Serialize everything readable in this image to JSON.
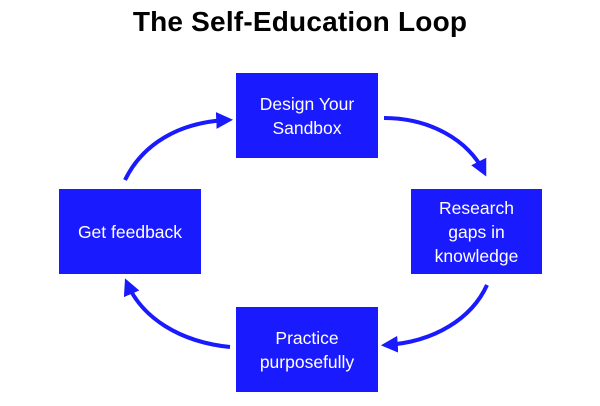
{
  "title": "The Self-Education Loop",
  "colors": {
    "box_fill": "#1a1aff",
    "box_text": "#ffffff",
    "arrow": "#1a1aff",
    "title": "#000000"
  },
  "steps": [
    {
      "id": "design",
      "label": "Design Your\nSandbox"
    },
    {
      "id": "research",
      "label": "Research\ngaps in\nknowledge"
    },
    {
      "id": "practice",
      "label": "Practice\npurposefully"
    },
    {
      "id": "feedback",
      "label": "Get feedback"
    }
  ],
  "flow": [
    {
      "from": "design",
      "to": "research"
    },
    {
      "from": "research",
      "to": "practice"
    },
    {
      "from": "practice",
      "to": "feedback"
    },
    {
      "from": "feedback",
      "to": "design"
    }
  ]
}
